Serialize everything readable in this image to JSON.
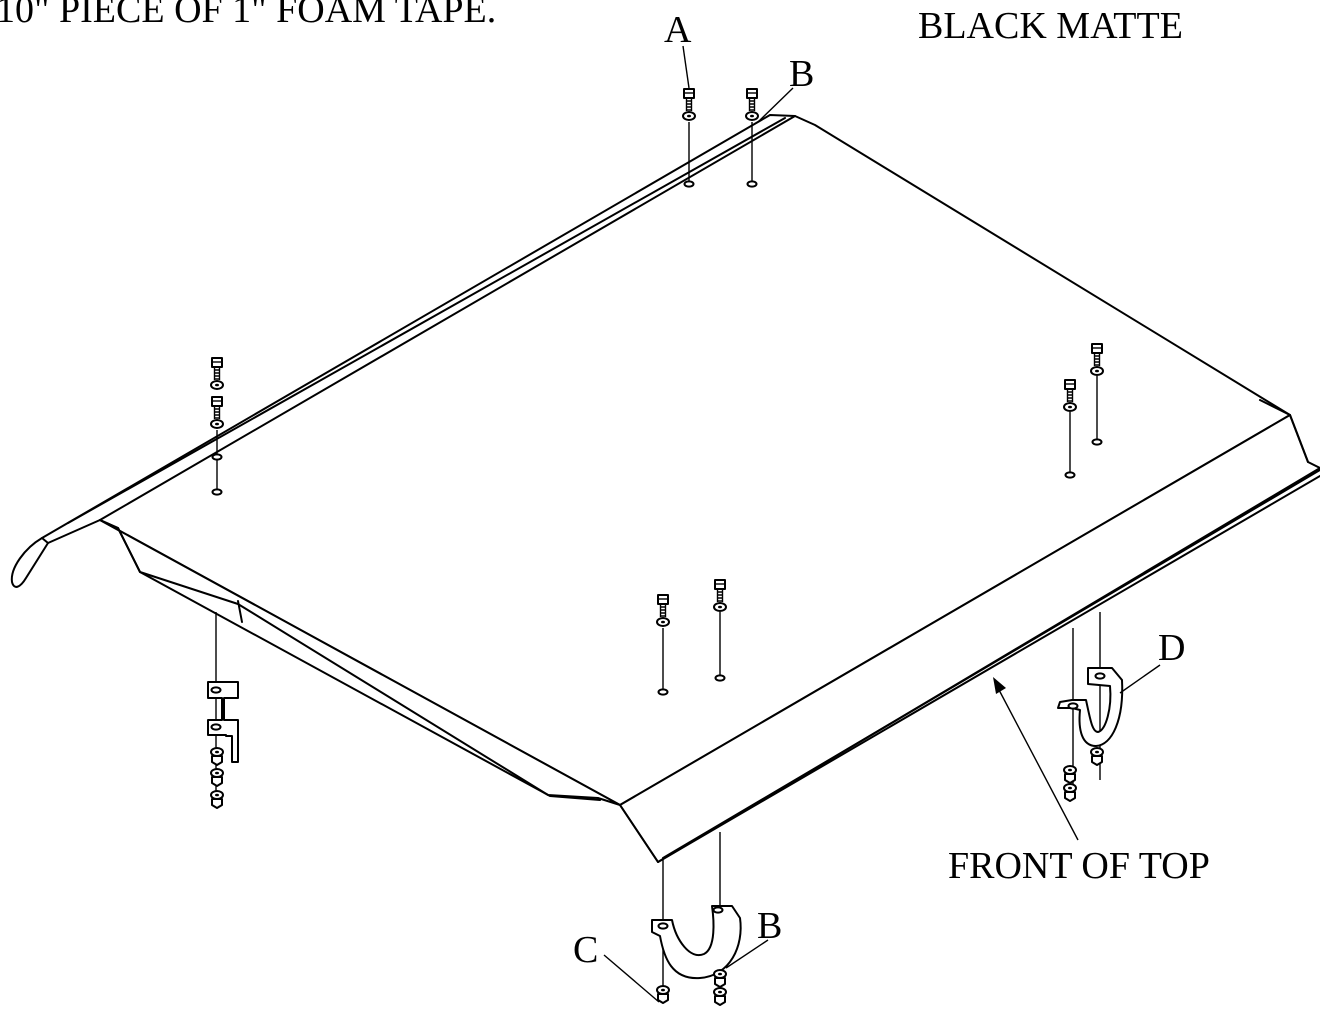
{
  "header": {
    "note_text": "10\" PIECE OF 1\" FOAM TAPE.",
    "finish_text": "BLACK MATTE"
  },
  "callouts": {
    "a": "A",
    "b_top": "B",
    "b_bottom": "B",
    "c": "C",
    "d": "D",
    "front": "FRONT OF TOP"
  }
}
